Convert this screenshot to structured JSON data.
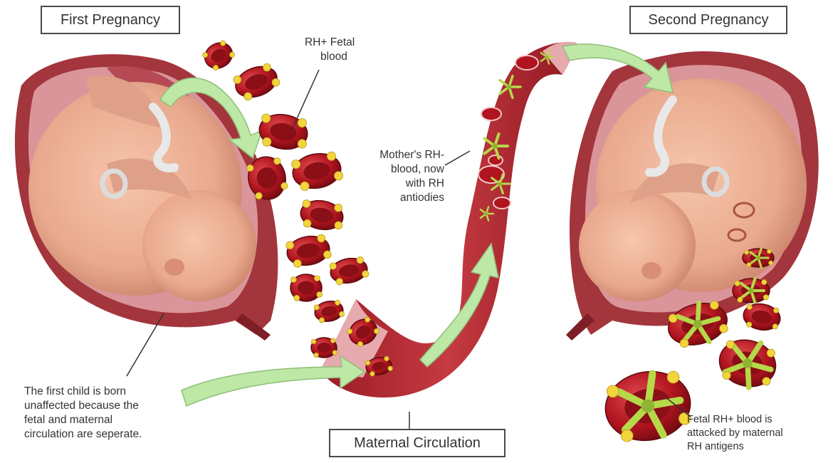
{
  "labels": {
    "first_pregnancy": "First Pregnancy",
    "second_pregnancy": "Second Pregnancy",
    "maternal_circulation": "Maternal Circulation"
  },
  "annotations": {
    "fetal_blood": [
      "RH+ Fetal",
      "blood"
    ],
    "mothers_blood": [
      "Mother's RH-",
      "blood, now",
      "with RH",
      "antiodies"
    ],
    "first_child": [
      "The first child is born",
      "unaffected because the",
      "fetal and maternal",
      "circulation are seperate."
    ],
    "attacked": [
      "Fetal RH+ blood is",
      "attacked by maternal",
      "RH antigens"
    ]
  },
  "colors": {
    "uterus": "#a3353c",
    "uterus_inner": "#d9959a",
    "skin": "#e9a98e",
    "blood_cell": "#b0141e",
    "antigen": "#f4d43b",
    "antibody": "#b6d94a",
    "arrow": "#bde8a6",
    "vessel": "#b8262f"
  }
}
